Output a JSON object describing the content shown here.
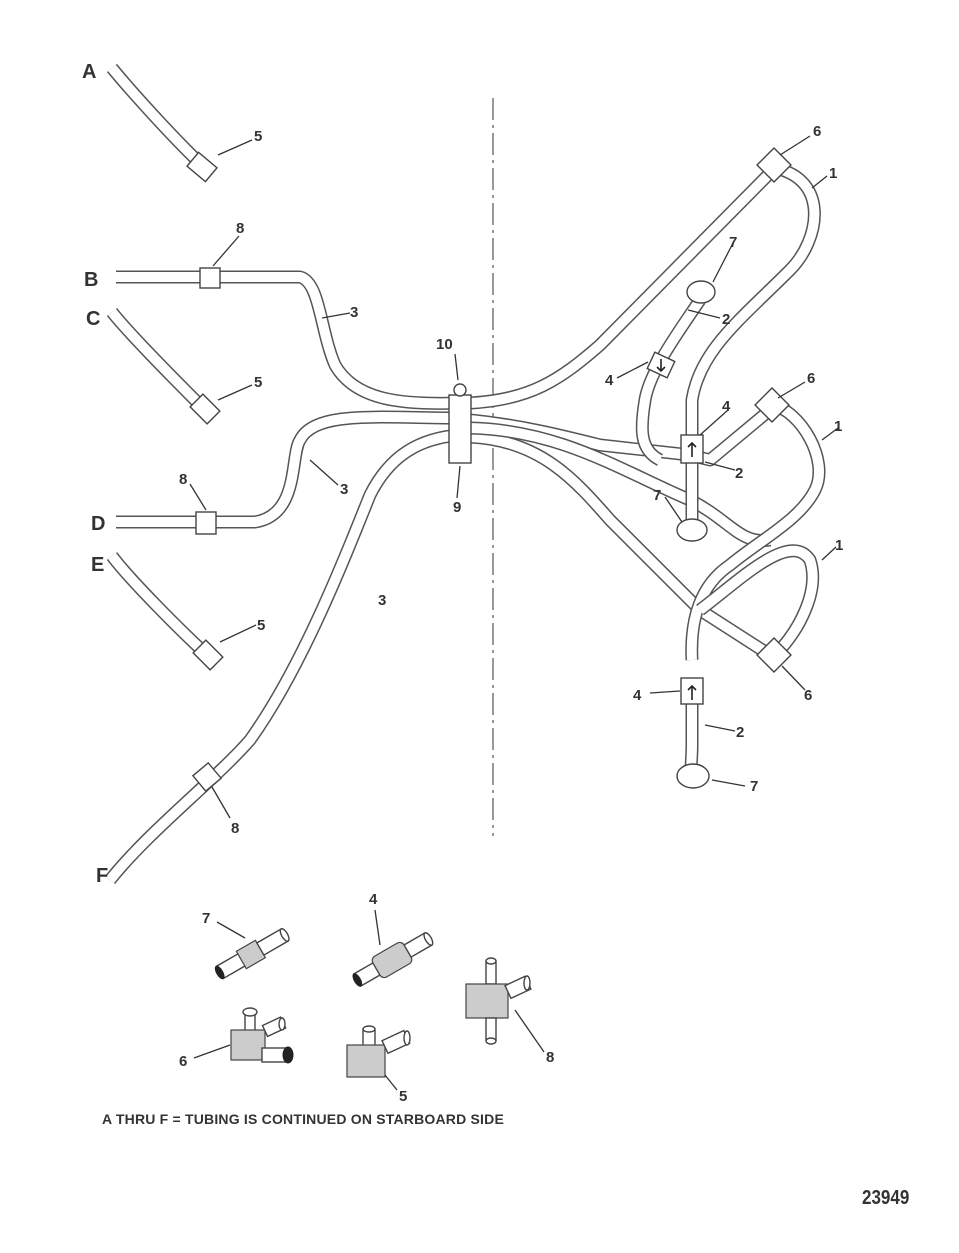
{
  "note": "A THRU F = TUBING IS CONTINUED ON STARBOARD SIDE",
  "figure_number": "23949",
  "tube_letters": [
    "A",
    "B",
    "C",
    "D",
    "E",
    "F"
  ],
  "callouts": {
    "n1": "1",
    "n2": "2",
    "n3": "3",
    "n4": "4",
    "n5": "5",
    "n6": "6",
    "n7": "7",
    "n8": "8",
    "n9": "9",
    "n10": "10"
  }
}
